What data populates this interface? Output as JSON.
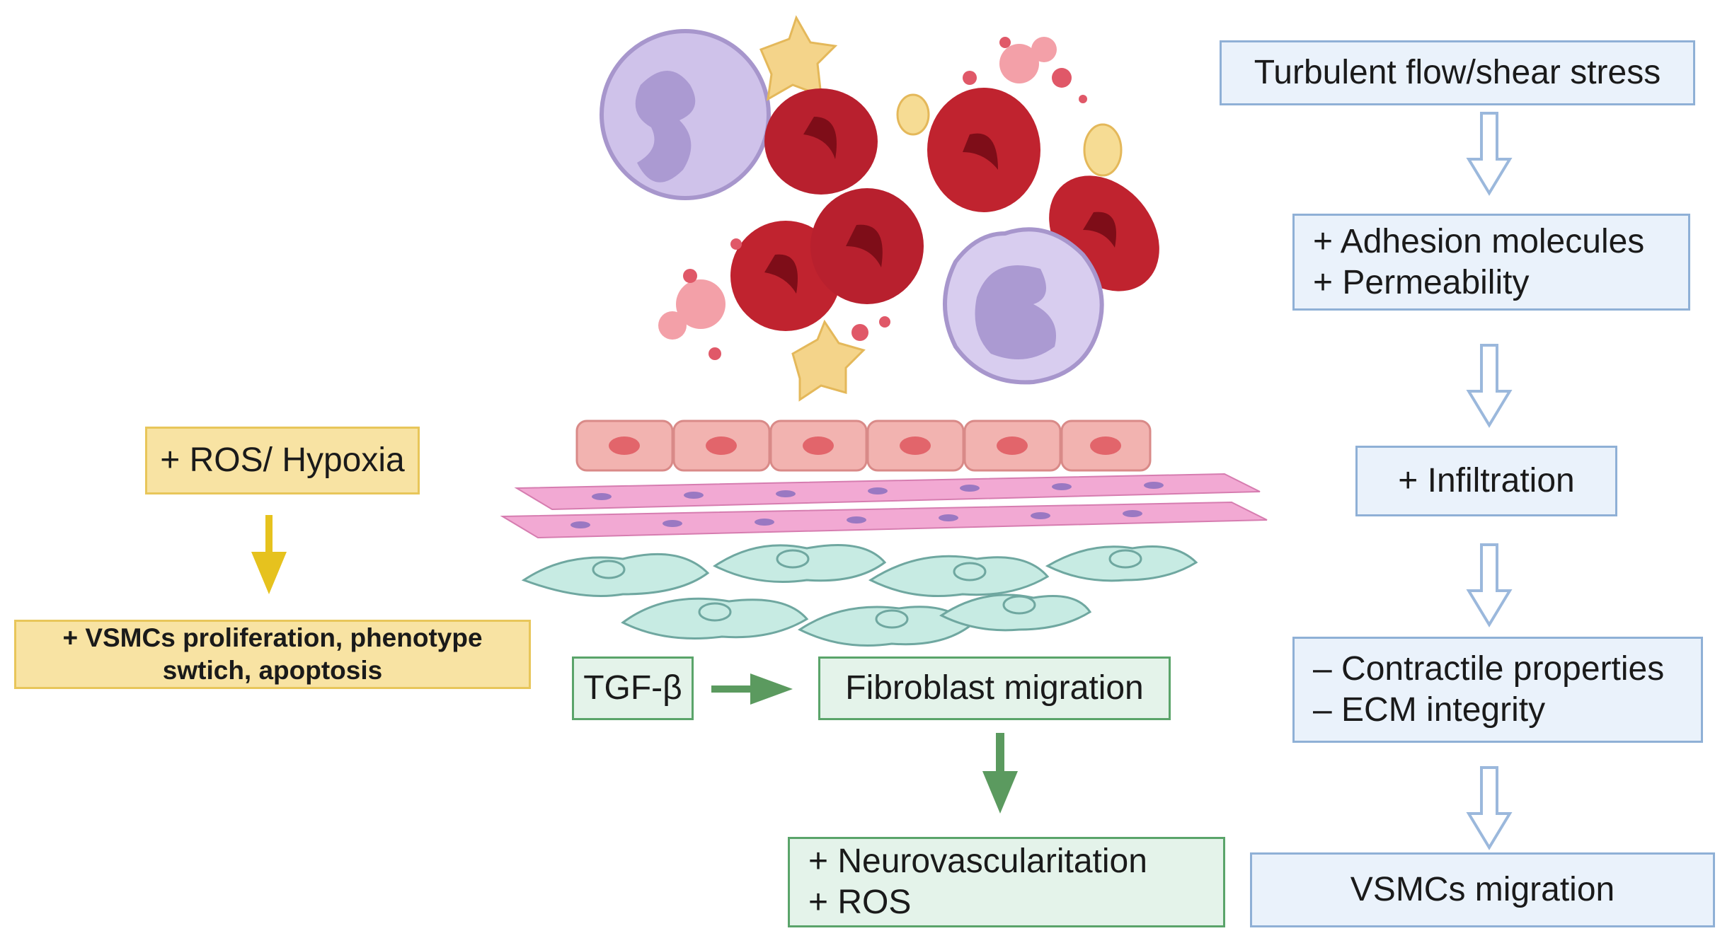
{
  "right_flow": {
    "b1": "Turbulent flow/shear stress",
    "b2": [
      "+ Adhesion molecules",
      "+ Permeability"
    ],
    "b3": "+ Infiltration",
    "b4": [
      "– Contractile properties",
      "– ECM integrity"
    ],
    "b5": "VSMCs migration"
  },
  "left_flow": {
    "ros": "+ ROS/ Hypoxia",
    "vsmc": [
      "+ VSMCs proliferation, phenotype",
      "swtich, apoptosis"
    ]
  },
  "center_flow": {
    "tgf": "TGF-β",
    "fibro": "Fibroblast migration",
    "neuro": [
      "+ Neurovascularitation",
      "+ ROS"
    ]
  },
  "colors": {
    "blue_arrow": "#9bb8dc",
    "yellow_arrow": "#e6c21e",
    "green_arrow": "#5b9a5f",
    "rbc": "#b8202e",
    "endothelial": "#f0a8a8",
    "smooth_muscle": "#f2a9d3",
    "fibroblast": "#bfe5de",
    "leukocyte": "#c9b8e6",
    "platelet": "#f4d48a"
  }
}
